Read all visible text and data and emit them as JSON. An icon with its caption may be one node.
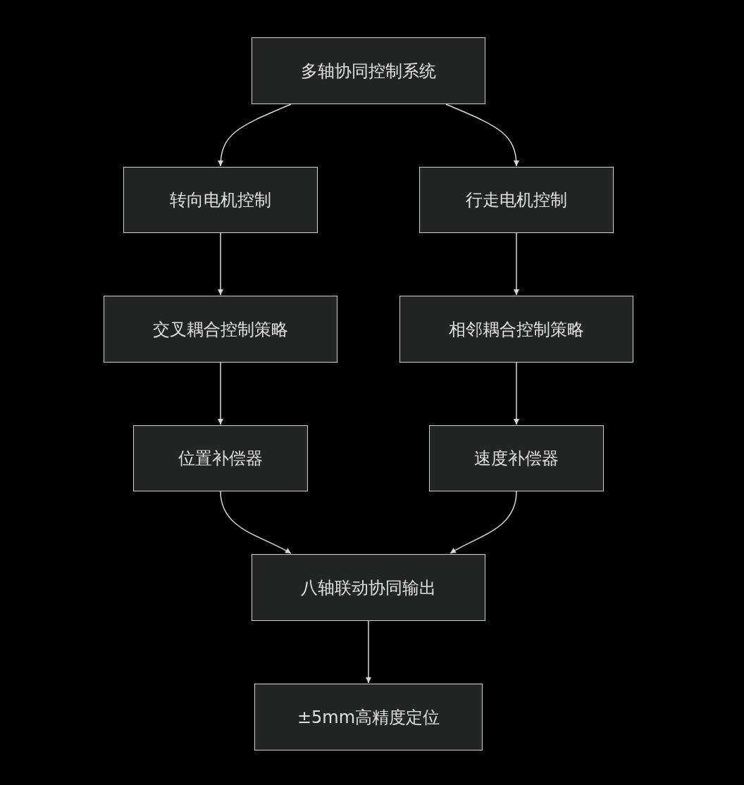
{
  "diagram": {
    "nodes": [
      {
        "text": [
          "多轴协同控制系统"
        ]
      },
      {
        "text": [
          "转向电机控制"
        ]
      },
      {
        "text": [
          "行走电机控制"
        ]
      },
      {
        "text": [
          "交叉耦合控制策略"
        ]
      },
      {
        "text": [
          "相邻耦合控制策略"
        ]
      },
      {
        "text": [
          "位置补偿器"
        ]
      },
      {
        "text": [
          "速度补偿器"
        ]
      },
      {
        "text": [
          "八轴联动协同输出"
        ]
      },
      {
        "text": [
          "±5mm高精度定位"
        ]
      }
    ],
    "edges": [
      {
        "from": 0,
        "to": 1,
        "arrow": "to"
      },
      {
        "from": 0,
        "to": 2,
        "arrow": "to"
      },
      {
        "from": 1,
        "to": 3,
        "arrow": "to"
      },
      {
        "from": 2,
        "to": 4,
        "arrow": "to"
      },
      {
        "from": 3,
        "to": 5,
        "arrow": "to"
      },
      {
        "from": 4,
        "to": 6,
        "arrow": "to"
      },
      {
        "from": 5,
        "to": 7,
        "arrow": "to"
      },
      {
        "from": 6,
        "to": 7,
        "arrow": "to"
      },
      {
        "from": 7,
        "to": 8,
        "arrow": "to"
      }
    ]
  }
}
